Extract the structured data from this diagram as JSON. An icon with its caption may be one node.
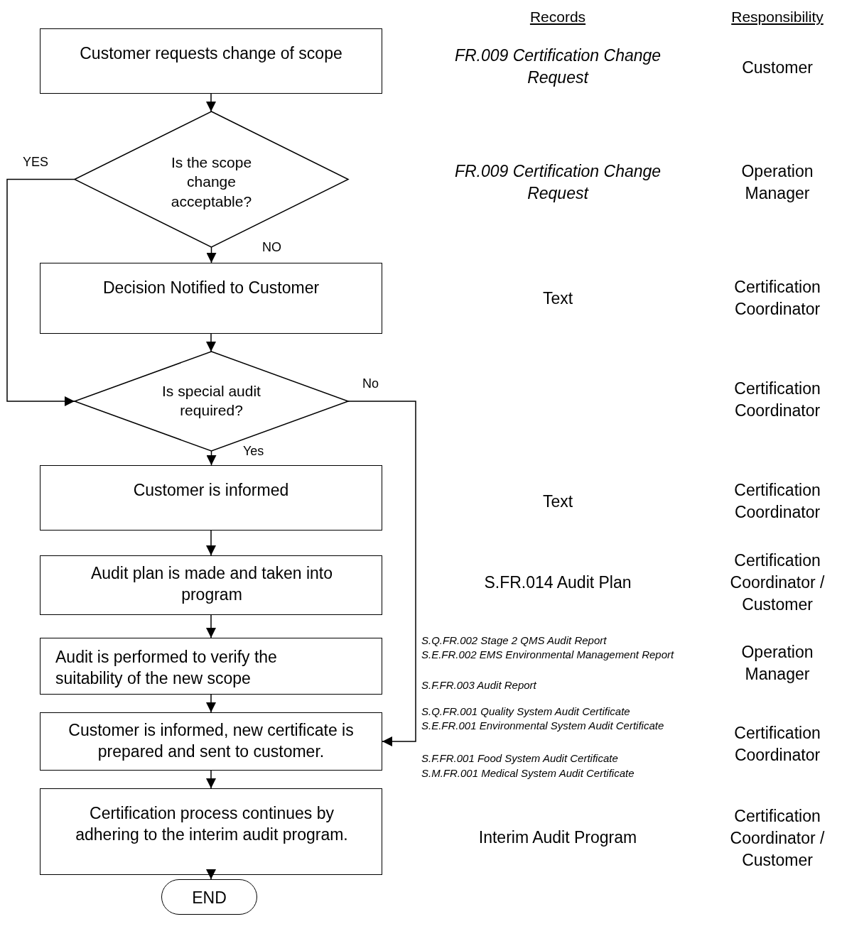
{
  "diagram": {
    "nodes": [
      {
        "text": [
          "Customer requests change of scope"
        ]
      },
      {
        "text": [
          "Is the scope change acceptable?"
        ]
      },
      {
        "text": [
          "Decision Notified to Customer"
        ]
      },
      {
        "text": [
          "Is special audit required?"
        ]
      },
      {
        "text": [
          "Customer is informed"
        ]
      },
      {
        "text": [
          "Audit plan is made and taken into program"
        ]
      },
      {
        "text": [
          "Audit is performed to verify the suitability of the new scope"
        ]
      },
      {
        "text": [
          "Customer is informed, new certificate is prepared and sent to customer."
        ]
      },
      {
        "text": [
          "Certification process continues by adhering to the interim audit program."
        ]
      },
      {
        "text": [
          "END"
        ]
      }
    ],
    "edges": [
      {
        "from": 0,
        "to": 1,
        "arrow": "to"
      },
      {
        "from": 1,
        "to": 2,
        "arrow": "to",
        "label": "NO"
      },
      {
        "from": 1,
        "to": 3,
        "arrow": "to",
        "label": "YES"
      },
      {
        "from": 2,
        "to": 3,
        "arrow": "to"
      },
      {
        "from": 3,
        "to": 4,
        "arrow": "to",
        "label": "Yes"
      },
      {
        "from": 3,
        "to": 7,
        "arrow": "to",
        "label": "No"
      },
      {
        "from": 4,
        "to": 5,
        "arrow": "to"
      },
      {
        "from": 5,
        "to": 6,
        "arrow": "to"
      },
      {
        "from": 6,
        "to": 7,
        "arrow": "to"
      },
      {
        "from": 7,
        "to": 8,
        "arrow": "to"
      },
      {
        "from": 8,
        "to": 9,
        "arrow": "to"
      }
    ],
    "labels": [
      "Records",
      "Responsibility",
      "FR.009 Certification Change Request",
      "Customer",
      "FR.009 Certification Change Request",
      "Operation Manager",
      "Text",
      "Certification Coordinator",
      "Certification Coordinator",
      "Text",
      "Certification Coordinator",
      "S.FR.014 Audit Plan",
      "Certification Coordinator / Customer",
      "S.Q.FR.002 Stage 2 QMS Audit Report",
      "S.E.FR.002 EMS Environmental Management Report",
      "S.F.FR.003 Audit Report",
      "Operation Manager",
      "S.Q.FR.001 Quality System Audit Certificate",
      "S.E.FR.001 Environmental System Audit Certificate",
      "S.F.FR.001 Food System Audit Certificate",
      "S.M.FR.001 Medical System Audit Certificate",
      "Certification Coordinator",
      "Interim Audit Program",
      "Certification Coordinator / Customer"
    ]
  }
}
